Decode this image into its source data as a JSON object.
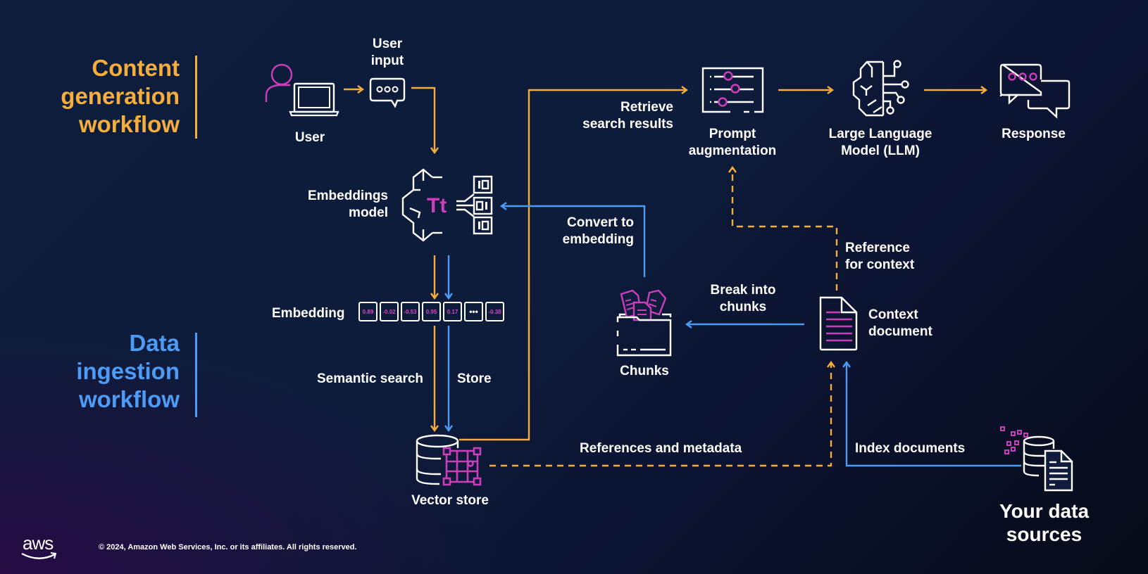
{
  "colors": {
    "content_workflow": "#f5ad3b",
    "data_workflow": "#4d9bf5",
    "accent_magenta": "#c93fb9",
    "text": "#ffffff"
  },
  "sections": {
    "content_generation": "Content\ngeneration\nworkflow",
    "data_ingestion": "Data\ningestion\nworkflow"
  },
  "nodes": {
    "user": {
      "label": "User",
      "icon": "user-laptop-icon"
    },
    "user_input": {
      "label": "User\ninput",
      "icon": "chat-bubble-icon"
    },
    "embeddings_model": {
      "label": "Embeddings\nmodel",
      "icon": "embeddings-model-icon",
      "glyph": "Tt"
    },
    "embedding": {
      "label": "Embedding",
      "values": [
        "0.89",
        "-0.02",
        "-0.53",
        "0.95",
        "0.17",
        "•••",
        "-0.38"
      ]
    },
    "vector_store": {
      "label": "Vector store",
      "icon": "vector-database-icon"
    },
    "prompt_augmentation": {
      "label": "Prompt\naugmentation",
      "icon": "sliders-icon"
    },
    "llm": {
      "label": "Large Language\nModel (LLM)",
      "icon": "brain-circuit-icon"
    },
    "response": {
      "label": "Response",
      "icon": "chat-bubbles-icon"
    },
    "chunks": {
      "label": "Chunks",
      "icon": "folder-documents-icon"
    },
    "context_document": {
      "label": "Context\ndocument",
      "icon": "document-icon"
    },
    "data_sources": {
      "label": "Your data\nsources",
      "icon": "database-document-icon"
    }
  },
  "edges": {
    "retrieve_search_results": "Retrieve\nsearch results",
    "convert_to_embedding": "Convert to\nembedding",
    "reference_for_context": "Reference\nfor context",
    "break_into_chunks": "Break into\nchunks",
    "semantic_search": "Semantic search",
    "store": "Store",
    "references_and_metadata": "References and metadata",
    "index_documents": "Index documents"
  },
  "footer": {
    "logo": "aws",
    "copyright": "© 2024, Amazon Web Services, Inc. or its affiliates. All rights reserved."
  }
}
